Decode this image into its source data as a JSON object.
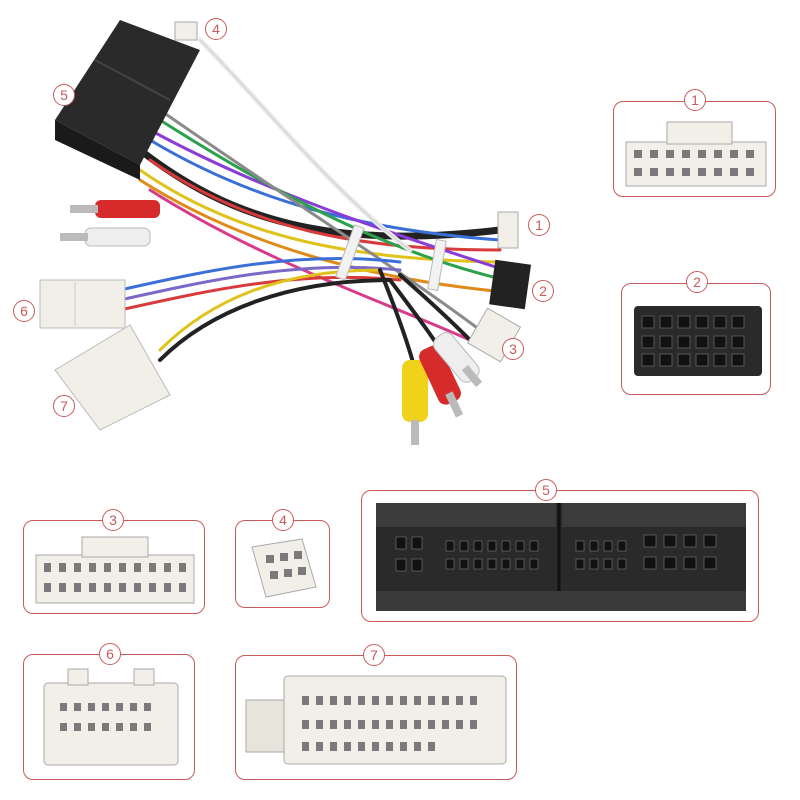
{
  "callouts": {
    "harness": [
      "1",
      "2",
      "3",
      "4",
      "5",
      "6",
      "7"
    ],
    "panels": [
      "1",
      "2",
      "3",
      "4",
      "5",
      "6",
      "7"
    ]
  },
  "colors": {
    "callout_red": "#c95a5a",
    "connector_white": "#f1efe8",
    "connector_black": "#2a2a2a",
    "wire_dark": "#222222"
  },
  "icons": {
    "rca_plug": "rca-plug-icon",
    "connector": "connector-icon"
  }
}
